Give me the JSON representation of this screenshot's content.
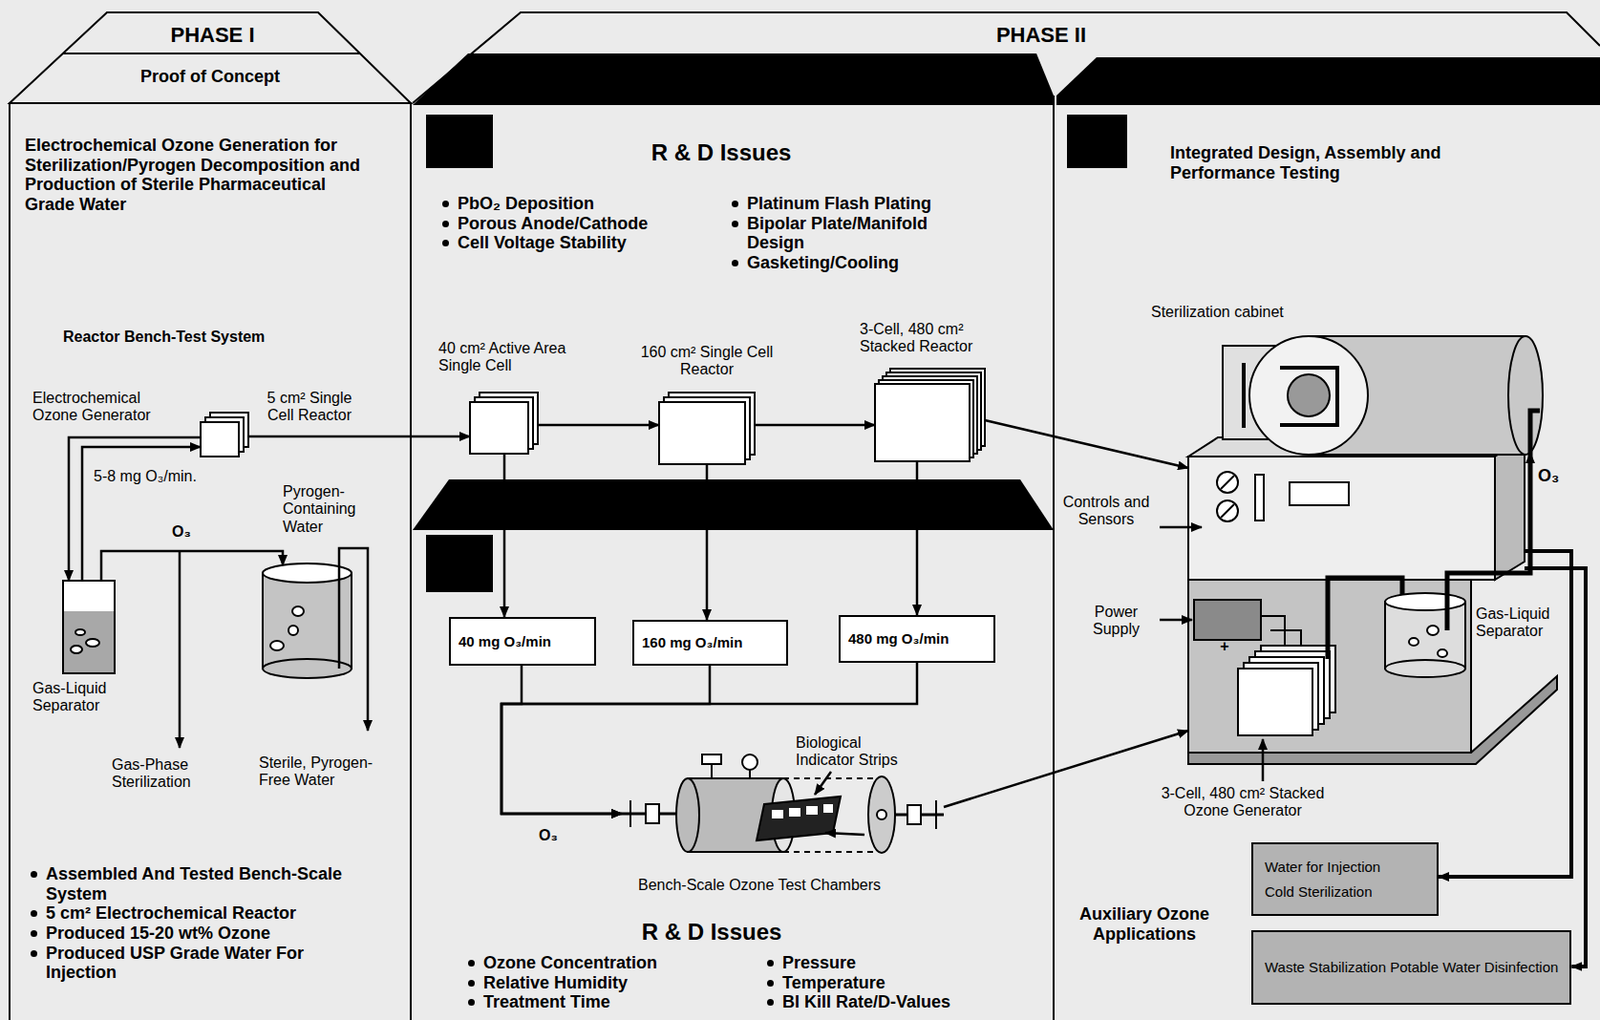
{
  "diagram": {
    "nodes": [
      {
        "text": [
          "PHASE I",
          "Proof of Concept",
          "Electrochemical Ozone Generation for Sterilization/Pyrogen Decomposition and Production of Sterile Pharmaceutical Grade Water"
        ]
      },
      {
        "text": [
          "PHASE II"
        ]
      },
      {
        "text": [
          "R & D Issues"
        ]
      },
      {
        "text": [
          "Integrated Design, Assembly and Performance Testing"
        ]
      },
      {
        "text": [
          "R & D Issues"
        ]
      },
      {
        "text": [
          "5 cm² Single Cell Reactor"
        ],
        "in": 0
      },
      {
        "text": [
          "Gas-Liquid Separator"
        ],
        "in": 0
      },
      {
        "text": [
          "Pyrogen-Containing Water"
        ],
        "in": 0
      },
      {
        "text": [
          "40 cm² Active Area Single Cell"
        ],
        "in": 2
      },
      {
        "text": [
          "160 cm² Single Cell Reactor"
        ],
        "in": 2
      },
      {
        "text": [
          "3-Cell, 480 cm² Stacked Reactor"
        ],
        "in": 2
      },
      {
        "text": [
          "40 mg O₃/min"
        ],
        "in": 4
      },
      {
        "text": [
          "160 mg O₃/min"
        ],
        "in": 4
      },
      {
        "text": [
          "480 mg O₃/min"
        ],
        "in": 4
      },
      {
        "text": [
          "Bench-Scale Ozone Test Chambers"
        ],
        "in": 4
      },
      {
        "text": [
          "Sterilization cabinet"
        ],
        "in": 3
      },
      {
        "text": [
          "Water for Injection",
          "Cold Sterilization"
        ],
        "in": 3
      },
      {
        "text": [
          "Waste Stabilization Potable Water Disinfection"
        ],
        "in": 3
      }
    ],
    "edges": [
      {
        "from": 5,
        "to": 6,
        "label": "5-8 mg O₃/min.",
        "arrow": "to"
      },
      {
        "from": 6,
        "to": 5,
        "arrow": "to"
      },
      {
        "from": 6,
        "to": 7,
        "label": "O₃",
        "arrow": "to"
      },
      {
        "from": 5,
        "to": 8,
        "arrow": "to"
      },
      {
        "from": 8,
        "to": 9,
        "arrow": "to"
      },
      {
        "from": 9,
        "to": 10,
        "arrow": "to"
      },
      {
        "from": 10,
        "to": 15,
        "arrow": "to"
      },
      {
        "from": 8,
        "to": 11,
        "arrow": "to"
      },
      {
        "from": 9,
        "to": 12,
        "arrow": "to"
      },
      {
        "from": 10,
        "to": 13,
        "arrow": "to"
      },
      {
        "from": 11,
        "to": 14,
        "label": "O₃",
        "arrow": "to"
      },
      {
        "from": 12,
        "to": 14,
        "arrow": "to"
      },
      {
        "from": 13,
        "to": 14,
        "arrow": "to"
      },
      {
        "from": 14,
        "to": 15,
        "arrow": "to"
      },
      {
        "from": 15,
        "to": 16,
        "arrow": "to"
      },
      {
        "from": 15,
        "to": 17,
        "arrow": "to"
      }
    ],
    "labels": [
      "Reactor Bench-Test System",
      "Electrochemical Ozone Generator",
      "Gas-Phase Sterilization",
      "Sterile, Pyrogen-Free Water",
      "Assembled And Tested Bench-Scale System",
      "5 cm² Electrochemical Reactor",
      "Produced 15-20 wt% Ozone",
      "Produced USP Grade Water For Injection",
      "PbO₂ Deposition",
      "Porous Anode/Cathode",
      "Cell Voltage Stability",
      "Platinum Flash Plating",
      "Bipolar Plate/Manifold Design",
      "Gasketing/Cooling",
      "Biological Indicator Strips",
      "Ozone Concentration",
      "Relative Humidity",
      "Treatment Time",
      "Pressure",
      "Temperature",
      "BI Kill Rate/D-Values",
      "Controls and Sensors",
      "Power Supply",
      "Gas-Liquid Separator",
      "O₃",
      "+",
      "3-Cell, 480 cm² Stacked Ozone Generator",
      "Auxiliary Ozone Applications"
    ]
  }
}
